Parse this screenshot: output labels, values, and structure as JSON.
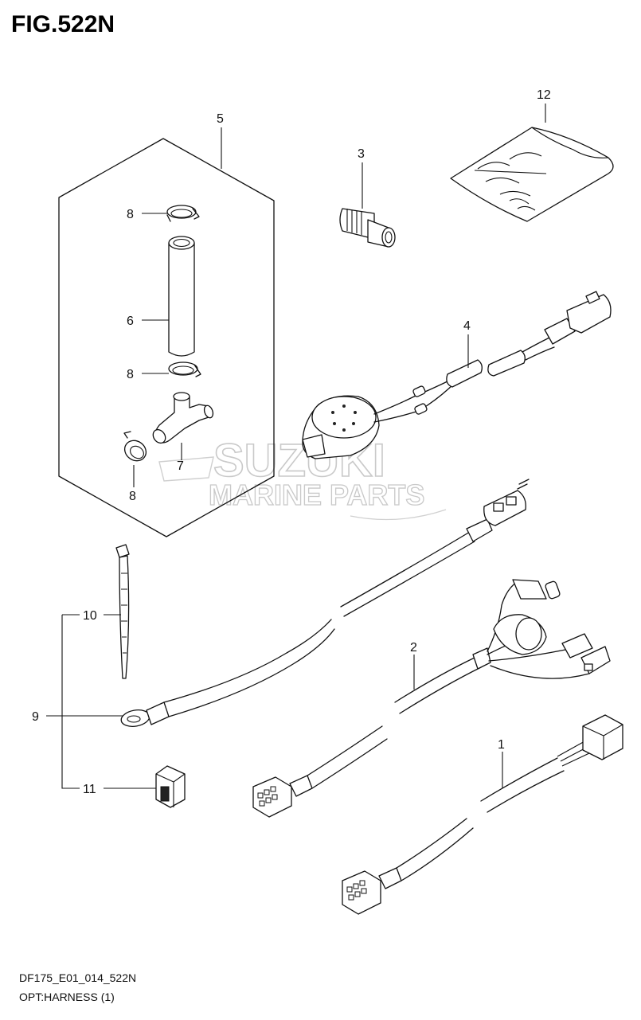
{
  "figure_title": "FIG.522N",
  "footer": {
    "model_code": "DF175_E01_014_522N",
    "group_name": "OPT:HARNESS (1)"
  },
  "watermark": {
    "line1": "SUZUKI",
    "line2": "MARINE PARTS"
  },
  "callouts": {
    "c1": "1",
    "c2": "2",
    "c3": "3",
    "c4": "4",
    "c5": "5",
    "c6": "6",
    "c7": "7",
    "c8a": "8",
    "c8b": "8",
    "c8c": "8",
    "c9": "9",
    "c10": "10",
    "c11": "11",
    "c12": "12"
  },
  "parts": [
    "wiring-harness-1",
    "wiring-harness-2",
    "plug",
    "buzzer-harness",
    "fitting-kit",
    "hose",
    "t-joint",
    "hose-clamp",
    "ground-lead",
    "cable-tie",
    "fuse",
    "parts-bag"
  ]
}
